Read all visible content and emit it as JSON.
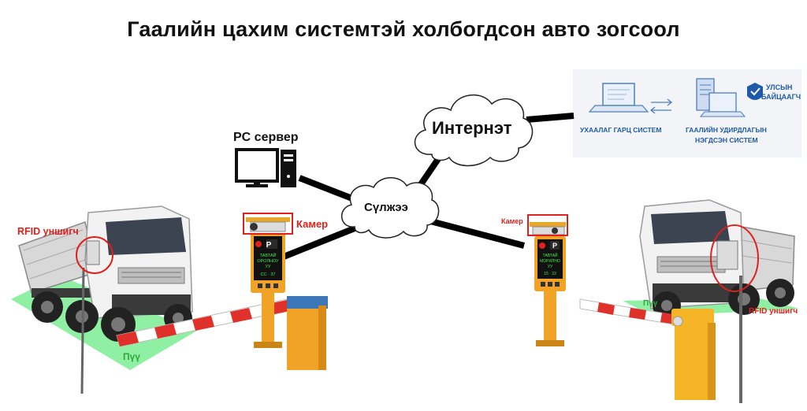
{
  "title": "Гаалийн цахим системтэй холбогдсон авто зогсоол",
  "labels": {
    "internet": "Интернэт",
    "network": "Сүлжээ",
    "pc_server": "PC сервер",
    "camera_left": "Камер",
    "camera_right": "Камер",
    "rfid_left": "RFID уншигч",
    "rfid_right": "RFID уншигч",
    "ground_left": "Пүү",
    "ground_right": "Пүү"
  },
  "panel": {
    "system_left": "УХААЛАГ ГАРЦ СИСТЕМ",
    "system_right_line1": "ГААЛИЙН УДИРДЛАГЫН",
    "system_right_line2": "НЭГДСЭН СИСТЕМ",
    "org_line1": "УЛСЫН",
    "org_line2": "БАЙЦААГЧ"
  },
  "terminal_display": {
    "left_line1": "ТАВТАЙ",
    "left_line2": "ОРОЛНОУ",
    "left_line3": "УУ",
    "left_plate": "СС · 37",
    "right_line1": "ТАВТАЙ",
    "right_line2": "МОРИЛНО",
    "right_line3": "УУ",
    "right_plate": "15 · 23",
    "parking_symbol": "P"
  },
  "colors": {
    "highlight_red": "#e0201c",
    "ground_green": "#8ff0a4",
    "terminal_orange": "#f0a326",
    "barrier_red": "#e0302a",
    "panel_blue": "#1f5aa8"
  }
}
